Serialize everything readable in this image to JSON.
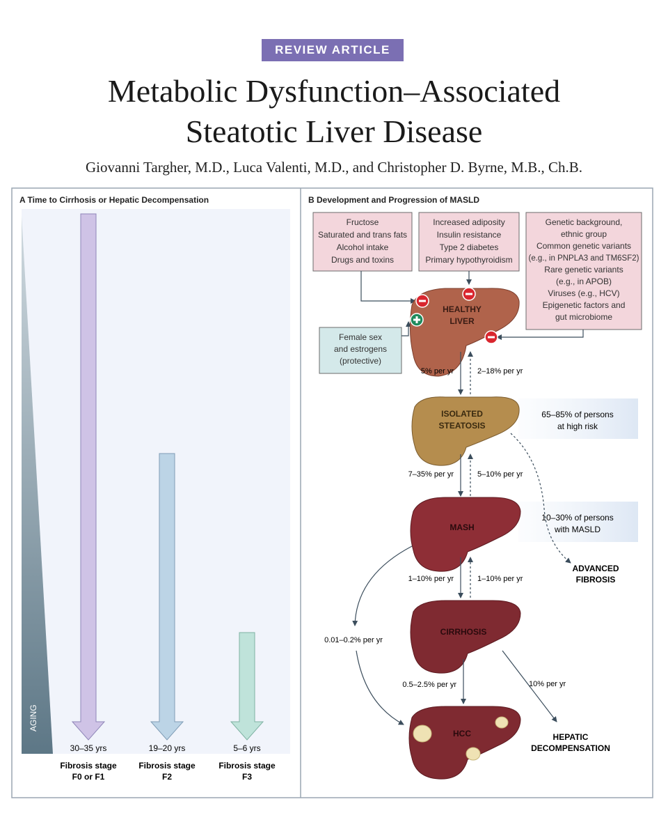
{
  "header": {
    "badge": "REVIEW ARTICLE",
    "title_line1": "Metabolic Dysfunction–Associated",
    "title_line2": "Steatotic Liver Disease",
    "authors": "Giovanni Targher, M.D., Luca Valenti, M.D., and Christopher D. Byrne, M.B., Ch.B."
  },
  "panelA": {
    "title": "A   Time to Cirrhosis or Hepatic Decompensation",
    "aging_label": "AGING",
    "bars": [
      {
        "duration": "30–35 yrs",
        "stage_line1": "Fibrosis stage",
        "stage_line2": "F0 or F1",
        "color": "#cfc3e6"
      },
      {
        "duration": "19–20 yrs",
        "stage_line1": "Fibrosis stage",
        "stage_line2": "F2",
        "color": "#bcd4e6"
      },
      {
        "duration": "5–6 yrs",
        "stage_line1": "Fibrosis stage",
        "stage_line2": "F3",
        "color": "#bfe3da"
      }
    ]
  },
  "panelB": {
    "title": "B   Development and Progression of MASLD",
    "box1": [
      "Fructose",
      "Saturated and trans fats",
      "Alcohol intake",
      "Drugs and toxins"
    ],
    "box2": [
      "Increased adiposity",
      "Insulin resistance",
      "Type 2 diabetes",
      "Primary hypothyroidism"
    ],
    "box3": [
      "Genetic background,",
      "ethnic group",
      "Common genetic variants",
      "(e.g., in PNPLA3 and TM6SF2)",
      "Rare genetic variants",
      "(e.g., in APOB)",
      "Viruses (e.g., HCV)",
      "Epigenetic factors and",
      "gut microbiome"
    ],
    "protective": [
      "Female sex",
      "and estrogens",
      "(protective)"
    ],
    "livers": {
      "healthy": [
        "HEALTHY",
        "LIVER"
      ],
      "steatosis": [
        "ISOLATED",
        "STEATOSIS"
      ],
      "mash": "MASH",
      "cirrhosis": "CIRRHOSIS",
      "hcc": "HCC"
    },
    "rates": {
      "h_to_s": "5% per yr",
      "s_to_h": "2–18% per yr",
      "s_to_m": "7–35% per yr",
      "m_to_s": "5–10% per yr",
      "m_to_c": "1–10% per yr",
      "c_to_m": "1–10% per yr",
      "m_to_hcc": "0.01–0.2% per yr",
      "c_to_hcc": "0.5–2.5% per yr",
      "c_to_decomp": "10% per yr"
    },
    "notes": {
      "steatosis_note": [
        "65–85% of persons",
        "at high risk"
      ],
      "mash_note": [
        "10–30% of persons",
        "with MASLD"
      ]
    },
    "outcomes": {
      "fibrosis": [
        "ADVANCED",
        "FIBROSIS"
      ],
      "decomp": [
        "HEPATIC",
        "DECOMPENSATION"
      ]
    },
    "colors": {
      "risk_box": "#f3d6dc",
      "protective_box": "#d4e9ea",
      "healthy": "#b0634b",
      "steatosis": "#b58d4e",
      "mash": "#8e2e36",
      "minus_badge": "#d9262e",
      "plus_badge": "#1f8a5c"
    }
  }
}
